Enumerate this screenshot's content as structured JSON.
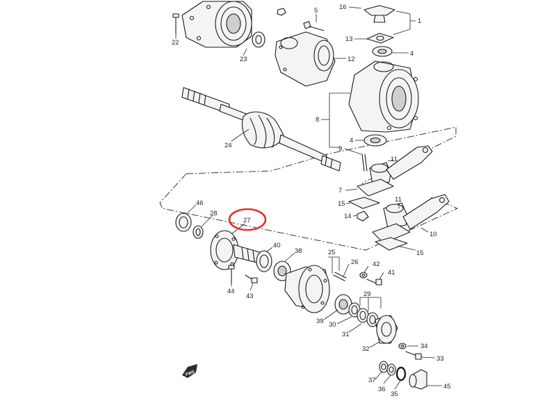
{
  "diagram": {
    "callouts": {
      "p1": "1",
      "p4a": "4",
      "p4b": "4",
      "p5": "5",
      "p7": "7",
      "p8": "8",
      "p9": "9",
      "p10": "10",
      "p11a": "11",
      "p11b": "11",
      "p12": "12",
      "p13": "13",
      "p14": "14",
      "p15a": "15",
      "p15b": "15",
      "p16": "16",
      "p22": "22",
      "p23": "23",
      "p24": "24",
      "p25": "25",
      "p26": "26",
      "p27": "27",
      "p28": "28",
      "p29": "29",
      "p30": "30",
      "p31": "31",
      "p32": "32",
      "p33": "33",
      "p34": "34",
      "p35": "35",
      "p36": "36",
      "p37": "37",
      "p38": "38",
      "p39": "39",
      "p40": "40",
      "p41": "41",
      "p42": "42",
      "p43": "43",
      "p44": "44",
      "p45": "45",
      "p46": "46"
    },
    "highlight": {
      "part": "27",
      "color": "#e0302c"
    },
    "forward_badge_text": "FWD"
  }
}
